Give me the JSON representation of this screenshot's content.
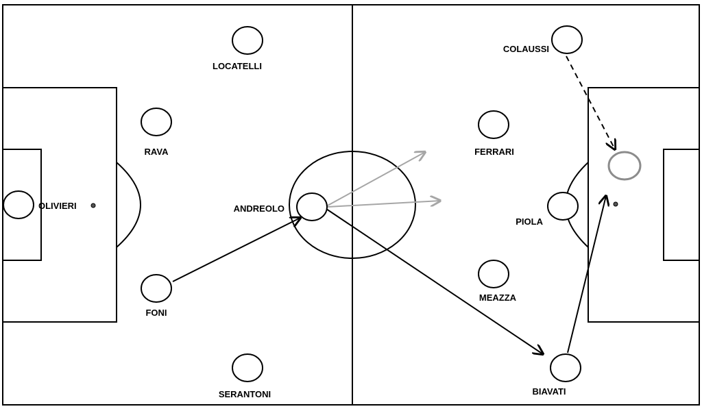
{
  "players": [
    {
      "id": "olivieri",
      "label": "OLIVIERI"
    },
    {
      "id": "locatelli",
      "label": "LOCATELLI"
    },
    {
      "id": "rava",
      "label": "RAVA"
    },
    {
      "id": "andreolo",
      "label": "ANDREOLO"
    },
    {
      "id": "foni",
      "label": "FONI"
    },
    {
      "id": "serantoni",
      "label": "SERANTONI"
    },
    {
      "id": "colaussi",
      "label": "COLAUSSI"
    },
    {
      "id": "ferrari",
      "label": "FERRARI"
    },
    {
      "id": "piola",
      "label": "PIOLA"
    },
    {
      "id": "meazza",
      "label": "MEAZZA"
    },
    {
      "id": "biavati",
      "label": "BIAVATI"
    }
  ],
  "colors": {
    "line": "#000000",
    "faded": "#a6a6a6",
    "ghost": "#8c8c8c"
  }
}
